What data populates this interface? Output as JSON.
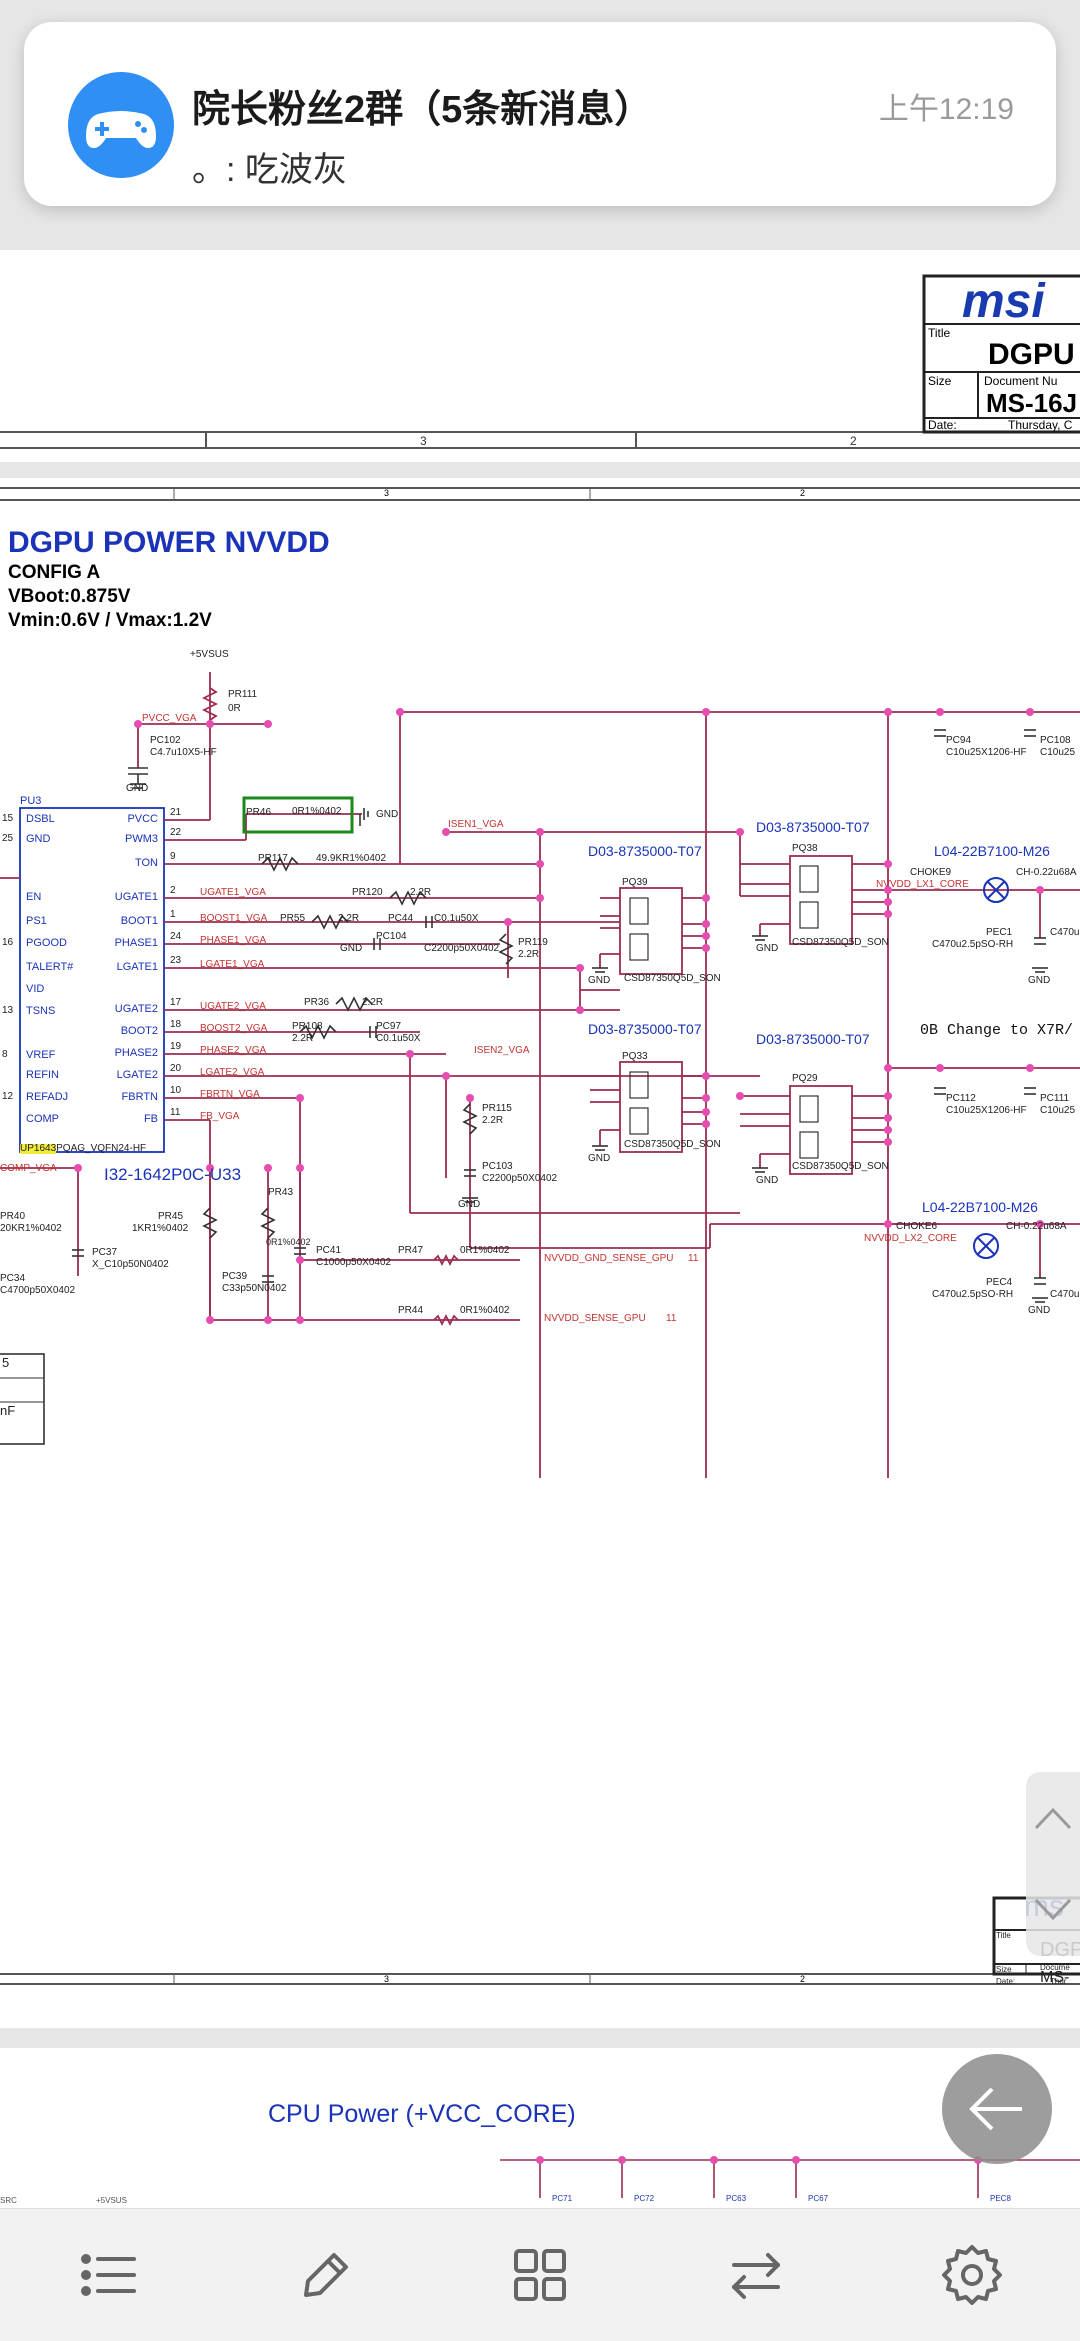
{
  "notification": {
    "title": "院长粉丝2群（5条新消息）",
    "body": "。: 吃波灰",
    "time": "上午12:19",
    "app_icon": "gamepad-icon",
    "colors": {
      "icon_bg": "#2f8ff5"
    }
  },
  "top_page": {
    "title_block": {
      "brand": "msi",
      "title_label": "Title",
      "title": "DGPU",
      "size_label": "Size",
      "doc_label": "Document Nu",
      "doc_number": "MS-16J",
      "date_label": "Date:",
      "date": "Thursday, C"
    },
    "ruler": [
      "3",
      "2"
    ]
  },
  "schematic": {
    "ruler": [
      "3",
      "2"
    ],
    "heading": "DGPU POWER NVVDD",
    "config": [
      "CONFIG A",
      "VBoot:0.875V",
      "Vmin:0.6V / Vmax:1.2V"
    ],
    "rail_5vsus": "+5VSUS",
    "pr111": [
      "PR111",
      "0R"
    ],
    "pvcc_vga": "PVCC_VGA",
    "pc102": [
      "PC102",
      "C4.7u10X5-HF"
    ],
    "gnd": "GND",
    "pu3": "PU3",
    "ic_left_pins": [
      {
        "n": "15",
        "name": "DSBL"
      },
      {
        "n": "25",
        "name": "GND"
      },
      {
        "n": "",
        "name": "EN"
      },
      {
        "n": "",
        "name": "PS1"
      },
      {
        "n": "16",
        "name": "PGOOD"
      },
      {
        "n": "",
        "name": "TALERT#"
      },
      {
        "n": "",
        "name": "VID"
      },
      {
        "n": "13",
        "name": "TSNS"
      },
      {
        "n": "8",
        "name": "VREF"
      },
      {
        "n": "",
        "name": "REFIN"
      },
      {
        "n": "12",
        "name": "REFADJ"
      },
      {
        "n": "",
        "name": "COMP"
      }
    ],
    "ic_right_pins": [
      {
        "n": "21",
        "name": "PVCC"
      },
      {
        "n": "22",
        "name": "PWM3"
      },
      {
        "n": "9",
        "name": "TON"
      },
      {
        "n": "2",
        "name": "UGATE1"
      },
      {
        "n": "1",
        "name": "BOOT1"
      },
      {
        "n": "24",
        "name": "PHASE1"
      },
      {
        "n": "23",
        "name": "LGATE1"
      },
      {
        "n": "17",
        "name": "UGATE2"
      },
      {
        "n": "18",
        "name": "BOOT2"
      },
      {
        "n": "19",
        "name": "PHASE2"
      },
      {
        "n": "20",
        "name": "LGATE2"
      },
      {
        "n": "10",
        "name": "FBRTN"
      },
      {
        "n": "11",
        "name": "FB"
      }
    ],
    "ic_part": "UP1643PQAG_VQFN24-HF",
    "ic_part_highlight": "UP1643",
    "pr46": "PR46",
    "pr46_val": "0R1%0402",
    "pr117": "PR117",
    "pr117_val": "49.9KR1%0402",
    "isen1": "ISEN1_VGA",
    "isen2": "ISEN2_VGA",
    "nets": {
      "ugate1": "UGATE1_VGA",
      "boost1": "BOOST1_VGA",
      "phase1": "PHASE1_VGA",
      "lgate1": "LGATE1_VGA",
      "ugate2": "UGATE2_VGA",
      "boost2": "BOOST2_VGA",
      "phase2": "PHASE2_VGA",
      "lgate2": "LGATE2_VGA",
      "fbrtn": "FBRTN_VGA",
      "fb": "FB_VGA",
      "comp": "COMP_VGA"
    },
    "pr120": [
      "PR120",
      "2.2R"
    ],
    "pr55": [
      "PR55",
      "2.2R"
    ],
    "pc44": [
      "PC44",
      "C0.1u50X"
    ],
    "pr119": [
      "PR119",
      "2.2R"
    ],
    "pc104": [
      "PC104",
      "C2200p50X0402"
    ],
    "pr36": [
      "PR36",
      "2.2R"
    ],
    "pr108": [
      "PR108",
      "2.2R"
    ],
    "pc97": [
      "PC97",
      "C0.1u50X"
    ],
    "pr115": [
      "PR115",
      "2.2R"
    ],
    "pc103": [
      "PC103",
      "C2200p50X0402"
    ],
    "mosfet_code": "D03-8735000-T07",
    "mosfet_part": "CSD87350Q5D_SON",
    "pq39": "PQ39",
    "pq38": "PQ38",
    "pq33": "PQ33",
    "pq29": "PQ29",
    "inductor_code": "L04-22B7100-M26",
    "choke9": "CHOKE9",
    "choke6": "CHOKE6",
    "choke_val": "CH-0.22u68A",
    "nvvdd_lx1": "NVVDD_LX1_CORE",
    "nvvdd_lx2": "NVVDD_LX2_CORE",
    "pec1": [
      "PEC1",
      "C470u2.5pSO-RH"
    ],
    "pec4": [
      "PEC4",
      "C470u2.5pSO-RH"
    ],
    "c470_cut": "C470u",
    "pc94": [
      "PC94",
      "C10u25X1206-HF"
    ],
    "pc108": [
      "PC108",
      "C10u25"
    ],
    "pc112": [
      "PC112",
      "C10u25X1206-HF"
    ],
    "pc111": [
      "PC111",
      "C10u25"
    ],
    "change_note": "0B Change to X7R/",
    "i32_code": "I32-1642P0C-U33",
    "pr40": [
      "PR40",
      "20KR1%0402"
    ],
    "pr45": [
      "PR45",
      "1KR1%0402"
    ],
    "pr43": [
      "PR43",
      "0R1%0402"
    ],
    "pc37": [
      "PC37",
      "X_C10p50N0402"
    ],
    "pc34": [
      "PC34",
      "C4700p50X0402"
    ],
    "pc39": [
      "PC39",
      "C33p50N0402"
    ],
    "pc41": [
      "PC41",
      "C1000p50X0402"
    ],
    "pr47": [
      "PR47",
      "0R1%0402"
    ],
    "pr44": [
      "PR44",
      "0R1%0402"
    ],
    "gnd_sense": "NVVDD_GND_SENSE_GPU",
    "vdd_sense": "NVVDD_SENSE_GPU",
    "sense_page": "11",
    "left_table": [
      "5",
      "nF"
    ],
    "title_block": {
      "brand": "ms",
      "title_label": "Title",
      "title": "DGP",
      "size_label": "Size",
      "doc_label": "Docume",
      "doc_number": "MS-",
      "date_label": "Date:",
      "date": "Thur"
    },
    "bottom_ruler": [
      "3",
      "2"
    ]
  },
  "next_page": {
    "heading": "CPU Power (+VCC_CORE)",
    "labels": [
      "SRC",
      "+5VSUS",
      "PC71",
      "PC72",
      "PC63",
      "PC67",
      "PEC8"
    ]
  },
  "floating": {
    "scroll_up_icon": "chevron-up-icon",
    "scroll_down_icon": "chevron-down-icon",
    "back_icon": "arrow-left-icon"
  },
  "bottom_toolbar": [
    {
      "name": "outline-button",
      "icon": "list-icon"
    },
    {
      "name": "annotate-button",
      "icon": "pencil-icon"
    },
    {
      "name": "thumbnails-button",
      "icon": "grid-icon"
    },
    {
      "name": "page-turn-button",
      "icon": "swap-icon"
    },
    {
      "name": "settings-button",
      "icon": "gear-icon"
    }
  ],
  "colors": {
    "wire": "#9b2d4e",
    "net_label": "#c4332f",
    "blue_text": "#1a33b8",
    "dot": "#e64db0",
    "highlight": "#f2ea3a",
    "box_green": "#1b8a1b"
  }
}
